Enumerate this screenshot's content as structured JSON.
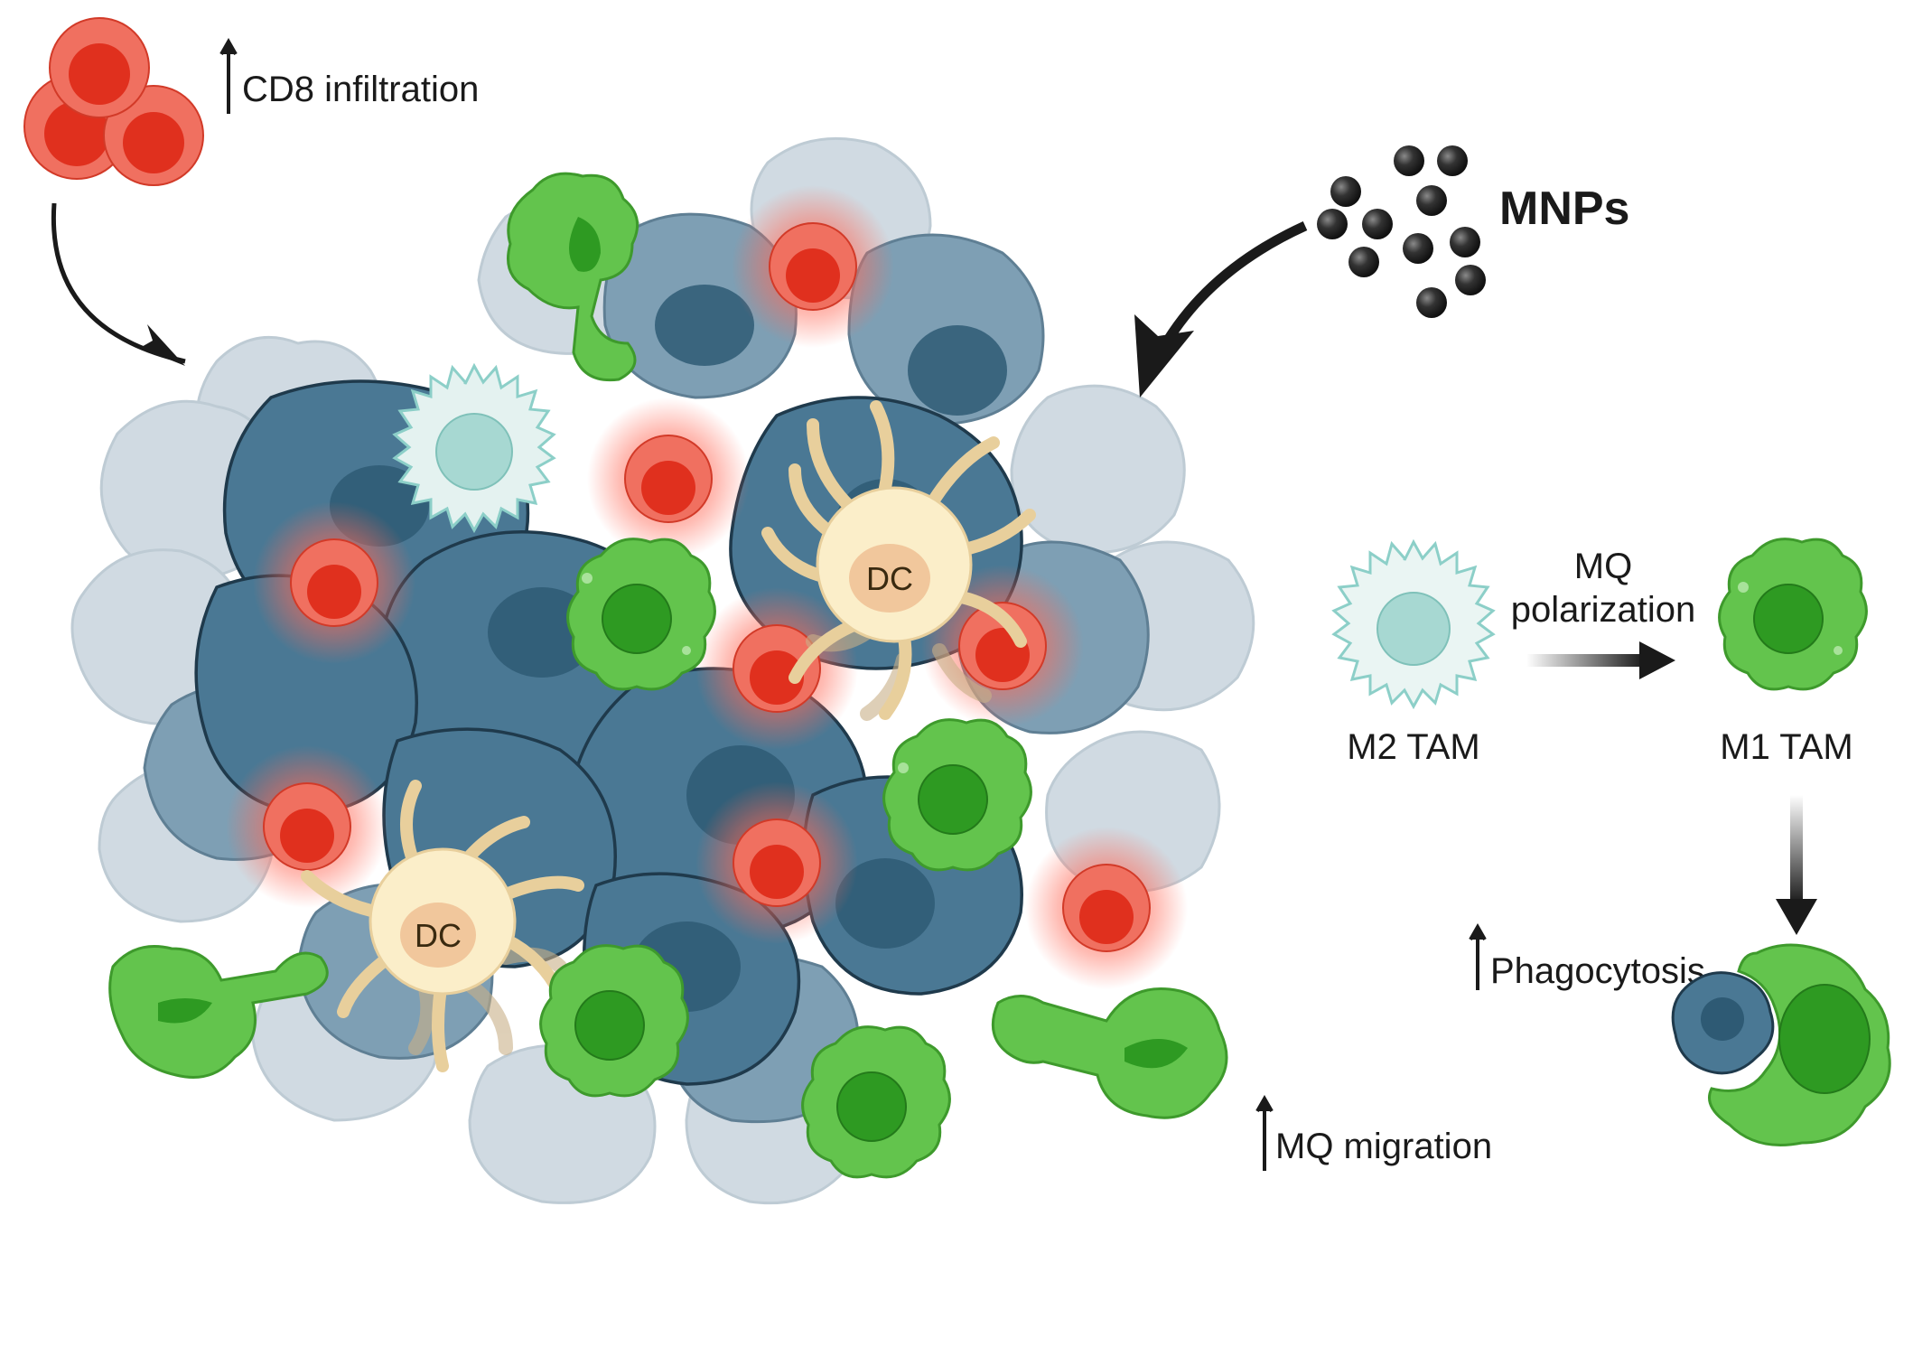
{
  "labels": {
    "cd8_infiltration": "CD8 infiltration",
    "mnps": "MNPs",
    "mq_polarization_line1": "MQ",
    "mq_polarization_line2": "polarization",
    "m2_tam": "M2 TAM",
    "m1_tam": "M1 TAM",
    "phagocytosis": "Phagocytosis",
    "mq_migration": "MQ migration",
    "dc_upper": "DC",
    "dc_lower": "DC"
  },
  "icons": {
    "up_arrow": "up-arrow-icon",
    "process_arrow": "right-arrow-icon",
    "down_arrow": "down-arrow-icon"
  },
  "colors": {
    "tumor_cell_dark": "#3f6f8c",
    "tumor_cell_mid": "#5b87a2",
    "tumor_cell_light": "#c7d4dd",
    "t_cell_red": "#e8412f",
    "t_cell_glow": "#f26a5a",
    "m1_macrophage_green": "#5ec34a",
    "m2_macrophage_pale": "#dff0ee",
    "dendritic_cell": "#fbe9c0",
    "nanoparticle": "#2a2a2a",
    "arrow": "#1a1a1a"
  }
}
